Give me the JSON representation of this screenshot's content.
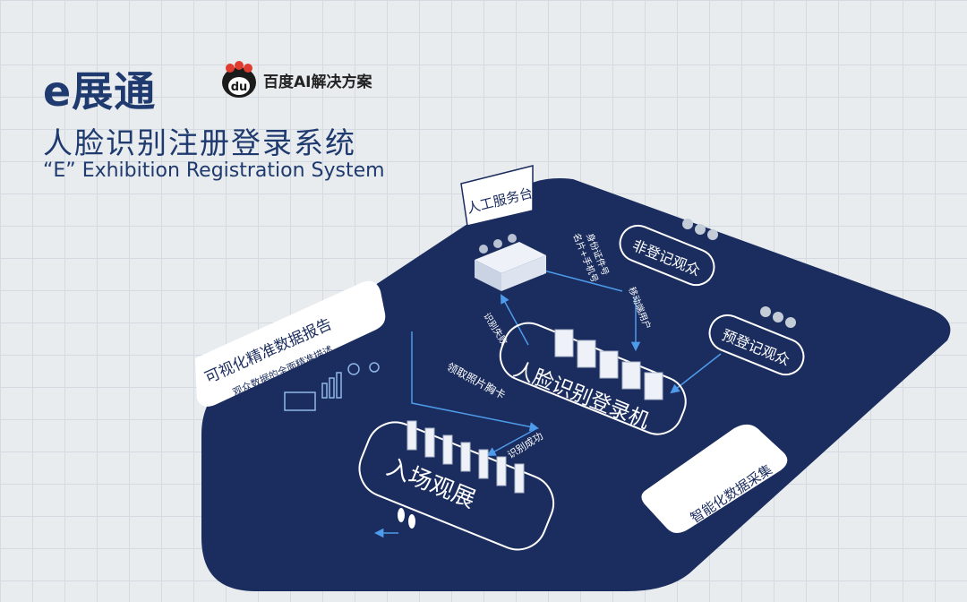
{
  "header": {
    "title": "e展通",
    "brand_logo_text": "du",
    "brand": "百度AI解决方案",
    "subtitle": "人脸识别注册登录系统",
    "subtitle_en": "“E” Exhibition Registration System"
  },
  "diagram": {
    "service_desk": "人工服务台",
    "unregistered": "非登记观众",
    "preregistered": "预登记观众",
    "face_machine": "人脸识别登录机",
    "entrance": "入场观展",
    "report_title": "可视化精准数据报告",
    "report_sub": "观众数据的全面精准描述",
    "smart_data": "智能化数据采集",
    "edge_business_card": "名片+手机号",
    "edge_id_card": "身份证件号",
    "edge_mobile_user": "移动端用户",
    "edge_recognition_fail": "识别失败",
    "edge_get_badge": "领取照片胸卡",
    "edge_recognition_success": "识别成功"
  },
  "colors": {
    "title": "#1f3a6e",
    "platform": "#1b2d5e",
    "arrow": "#4d9bea",
    "label": "#ffffff",
    "card": "#ffffff"
  }
}
